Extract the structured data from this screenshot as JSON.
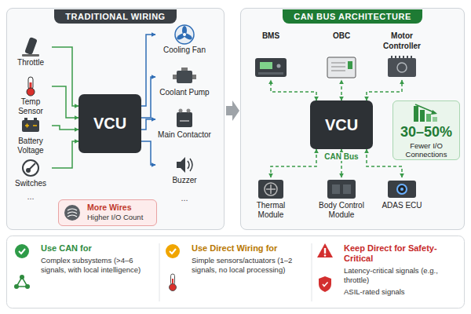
{
  "diagram": {
    "nodes": [
      {
        "text": [
          "TRADITIONAL WIRING"
        ]
      },
      {
        "text": [
          "Throttle"
        ],
        "in": 0
      },
      {
        "text": [
          "Temp Sensor"
        ],
        "in": 0
      },
      {
        "text": [
          "Battery Voltage"
        ],
        "in": 0
      },
      {
        "text": [
          "Switches"
        ],
        "in": 0
      },
      {
        "text": [
          "VCU"
        ],
        "in": 0
      },
      {
        "text": [
          "Cooling Fan"
        ],
        "in": 0
      },
      {
        "text": [
          "Coolant Pump"
        ],
        "in": 0
      },
      {
        "text": [
          "Main Contactor"
        ],
        "in": 0
      },
      {
        "text": [
          "Buzzer"
        ],
        "in": 0
      },
      {
        "text": [
          "More Wires",
          "Higher I/O Count"
        ],
        "in": 0
      },
      {
        "text": [
          "CAN BUS ARCHITECTURE"
        ]
      },
      {
        "text": [
          "BMS"
        ],
        "in": 11
      },
      {
        "text": [
          "OBC"
        ],
        "in": 11
      },
      {
        "text": [
          "Motor Controller"
        ],
        "in": 11
      },
      {
        "text": [
          "VCU"
        ],
        "in": 11
      },
      {
        "text": [
          "Thermal Module"
        ],
        "in": 11
      },
      {
        "text": [
          "Body Control Module"
        ],
        "in": 11
      },
      {
        "text": [
          "ADAS ECU"
        ],
        "in": 11
      },
      {
        "text": [
          "30–50%",
          "Fewer I/O Connections"
        ],
        "in": 11
      },
      {
        "text": [
          "Use CAN for",
          "Complex subsystems (>4–6 signals, with local intelligence)"
        ]
      },
      {
        "text": [
          "Use Direct Wiring for",
          "Simple sensors/actuators (1–2 signals, no local processing)"
        ]
      },
      {
        "text": [
          "Keep Direct for Safety-Critical",
          "Latency-critical signals (e.g., throttle)",
          "ASIL-rated signals"
        ]
      }
    ],
    "edges": [
      {
        "from": 1,
        "to": 5,
        "arrow": "to"
      },
      {
        "from": 2,
        "to": 5,
        "arrow": "to"
      },
      {
        "from": 3,
        "to": 5,
        "arrow": "to"
      },
      {
        "from": 4,
        "to": 5,
        "arrow": "to"
      },
      {
        "from": 5,
        "to": 6,
        "arrow": "to"
      },
      {
        "from": 5,
        "to": 7,
        "arrow": "to"
      },
      {
        "from": 5,
        "to": 8,
        "arrow": "to"
      },
      {
        "from": 5,
        "to": 9,
        "arrow": "to"
      },
      {
        "from": 15,
        "to": 12,
        "arrow": "both"
      },
      {
        "from": 15,
        "to": 13,
        "arrow": "both"
      },
      {
        "from": 15,
        "to": 14,
        "arrow": "both"
      },
      {
        "from": 15,
        "to": 16,
        "arrow": "both"
      },
      {
        "from": 15,
        "to": 17,
        "arrow": "both"
      },
      {
        "from": 15,
        "to": 18,
        "arrow": "both"
      }
    ],
    "labels": [
      "...",
      "...",
      "CAN Bus"
    ]
  }
}
